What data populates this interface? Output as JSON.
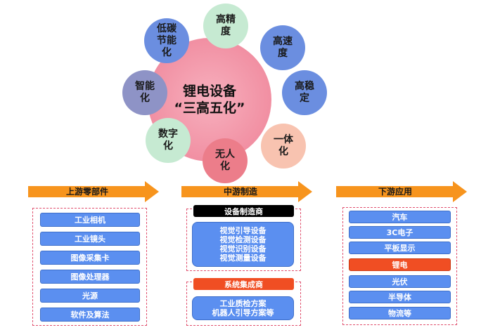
{
  "center": {
    "label": "锂电设备\n“三高五化”",
    "color": "#f6a3b3"
  },
  "circles": [
    {
      "name": "high-precision",
      "label": "高精\n度",
      "color": "#c6ead2"
    },
    {
      "name": "high-speed",
      "label": "高速\n度",
      "color": "#6b8ee0"
    },
    {
      "name": "high-stability",
      "label": "高稳\n定",
      "color": "#6b8ee0"
    },
    {
      "name": "integration",
      "label": "一体\n化",
      "color": "#f8c3b0"
    },
    {
      "name": "unmanned",
      "label": "无人\n化",
      "color": "#ec7d8a"
    },
    {
      "name": "digitalization",
      "label": "数字\n化",
      "color": "#c6ead2"
    },
    {
      "name": "intelligence",
      "label": "智能\n化",
      "color": "#8e93c6"
    },
    {
      "name": "low-carbon",
      "label": "低碳\n节能\n化",
      "color": "#6b8ee0"
    }
  ],
  "upstream": {
    "title": "上游零部件",
    "items": [
      "工业相机",
      "工业镜头",
      "图像采集卡",
      "图像处理器",
      "光源",
      "软件及算法"
    ]
  },
  "midstream": {
    "title": "中游制造",
    "equipment_header": "设备制造商",
    "equipment_items": [
      "视觉引导设备",
      "视觉检测设备",
      "视觉识别设备",
      "视觉测量设备"
    ],
    "integration_header": "系统集成商",
    "integration_items": [
      "工业质检方案",
      "机器人引导方案等"
    ]
  },
  "downstream": {
    "title": "下游应用",
    "items": [
      "汽车",
      "3C电子",
      "平板显示",
      "锂电",
      "光伏",
      "半导体",
      "物流等"
    ],
    "highlight": "锂电"
  },
  "colors": {
    "arrow": "#f7941d",
    "item": "#5b8ff0",
    "highlight": "#f04e23",
    "dash": "#e0506e"
  }
}
